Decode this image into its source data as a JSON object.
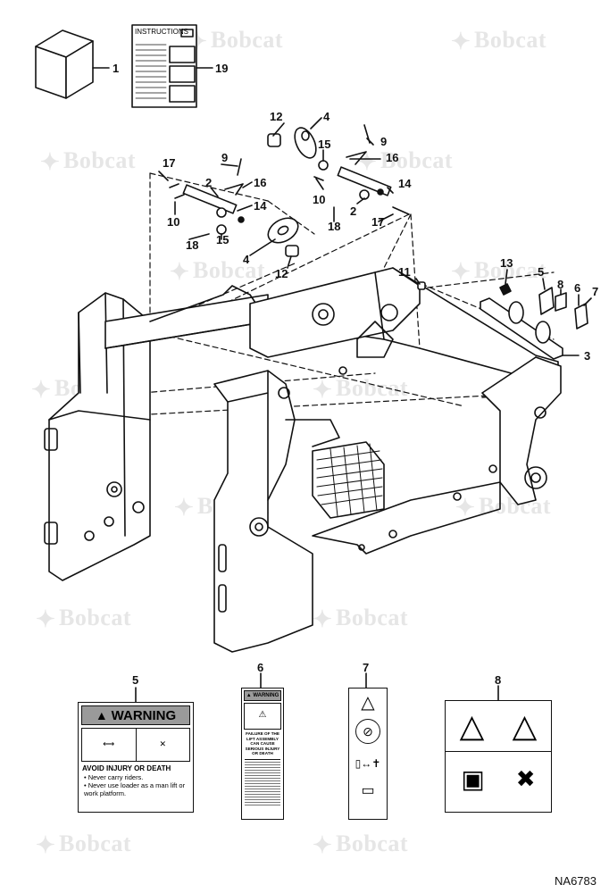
{
  "watermark": {
    "text": "Bobcat"
  },
  "drawing_code": "NA6783",
  "instructions_label": "INSTRUCTIONS",
  "callouts": [
    "1",
    "19",
    "12",
    "4",
    "9",
    "15",
    "16",
    "17",
    "2",
    "14",
    "10",
    "18",
    "11",
    "13",
    "5",
    "8",
    "6",
    "7",
    "3"
  ],
  "decals": {
    "d5": {
      "number": "5",
      "header": "WARNING",
      "title": "AVOID INJURY OR DEATH",
      "bullets": [
        "Never carry riders.",
        "Never use loader as a man lift or work platform."
      ]
    },
    "d6": {
      "number": "6",
      "header": "WARNING",
      "text": "FAILURE OF THE LIFT ASSEMBLY CAN CAUSE SERIOUS INJURY OR DEATH"
    },
    "d7": {
      "number": "7"
    },
    "d8": {
      "number": "8"
    }
  },
  "colors": {
    "line": "#111111",
    "watermark": "#e6e6e6",
    "decal_header": "#9a9a9a"
  }
}
